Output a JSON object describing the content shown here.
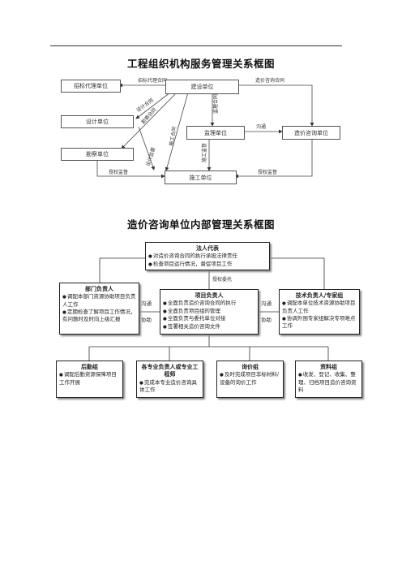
{
  "diagram1": {
    "title": "工程组织机构服务管理关系框图",
    "nodes": {
      "zhaobiao": "招标代理单位",
      "jianshe": "建设单位",
      "sheji": "设计单位",
      "kancha": "勘察单位",
      "jianli": "监理单位",
      "zaojia": "造价咨询单位",
      "shigong": "施工单位"
    },
    "edges": {
      "zhaobiao_hetong": "招标代理合同",
      "zaojia_hetong": "造价咨询合同",
      "sheji_hetong": "设计合同",
      "kancha_hetong": "勘察合同",
      "shigong_hetong": "施工合同",
      "jianli_hetong": "监理合同",
      "goutong": "沟通",
      "shigong_jiandu_left": "设计监督",
      "shigong_jiandu_mid": "施工监督",
      "shouquan_left": "授权监督",
      "shouquan_right": "授权监督"
    }
  },
  "diagram2": {
    "title": "造价咨询单位内部管理关系框图",
    "legal": {
      "title": "法人代表",
      "items": [
        "对造价咨询合同的执行承担法律责任",
        "检查项目运行情况，督促项目工作"
      ]
    },
    "authorize": "授权委托",
    "dept": {
      "title": "部门负责人",
      "items": [
        "调配本部门资源协助项目负责人工作",
        "定期检查了解项目工作情况，有问题时及时向上级汇报"
      ]
    },
    "pm": {
      "title": "项目负责人",
      "items": [
        "全面负责造价咨询合同的执行",
        "全面负责项目组的管理",
        "全面负责与委托单位对接",
        "签署相关造价咨询文件"
      ]
    },
    "tech": {
      "title": "技术负责人/专家组",
      "items": [
        "调配本单位技术资源协助项目负责人工作",
        "协调外围专家组解决专项难点工作"
      ]
    },
    "left_comm": [
      "沟通",
      "协助"
    ],
    "right_comm": [
      "沟通",
      "协助"
    ],
    "logistics": {
      "title": "后勤组",
      "items": [
        "调配后勤资源保障项目工作开展"
      ]
    },
    "engineers": {
      "title": "各专业负责人或专业工程师",
      "items": [
        "完成本专业造价咨询具体工作"
      ]
    },
    "inquiry": {
      "title": "询价组",
      "items": [
        "及时完成项目非标材料/设备的询价工作"
      ]
    },
    "docs": {
      "title": "资料组",
      "items": [
        "收发、登记、收集、整理、归档项目造价咨询资料"
      ]
    }
  }
}
